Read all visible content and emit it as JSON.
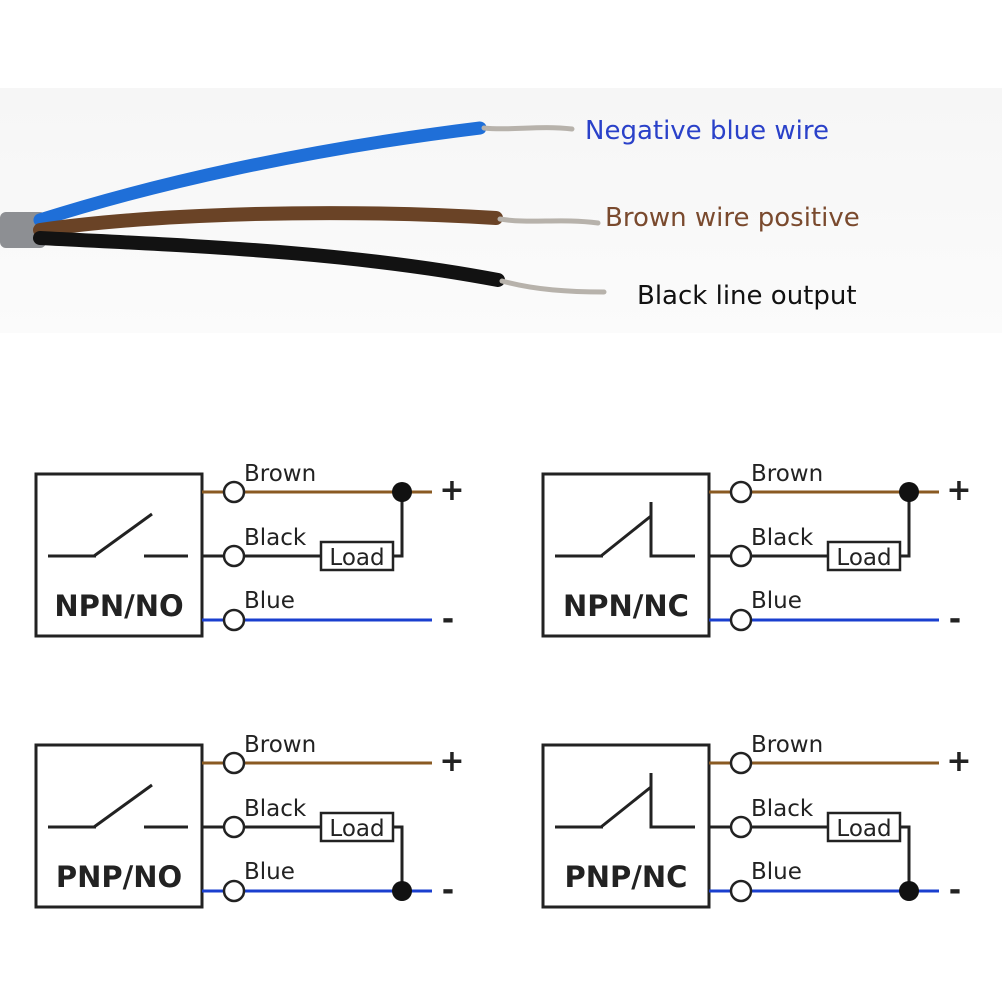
{
  "photo": {
    "labels": {
      "blue": "Negative blue wire",
      "brown": "Brown wire positive",
      "black": "Black line output"
    }
  },
  "colors": {
    "blue_wire": "#1a3fcf",
    "brown_wire": "#8a5a22",
    "black_wire": "#111111",
    "line": "#222222",
    "label_blue": "#2a41c9",
    "label_brown": "#7a4a2e"
  },
  "diagrams": [
    {
      "key": "npn_no",
      "title": "NPN/NO",
      "contact": "NO",
      "load_to": "plus",
      "wires": {
        "brown": "Brown",
        "black": "Black",
        "blue": "Blue"
      },
      "load": "Load",
      "plus": "+",
      "minus": "-"
    },
    {
      "key": "npn_nc",
      "title": "NPN/NC",
      "contact": "NC",
      "load_to": "plus",
      "wires": {
        "brown": "Brown",
        "black": "Black",
        "blue": "Blue"
      },
      "load": "Load",
      "plus": "+",
      "minus": "-"
    },
    {
      "key": "pnp_no",
      "title": "PNP/NO",
      "contact": "NO",
      "load_to": "minus",
      "wires": {
        "brown": "Brown",
        "black": "Black",
        "blue": "Blue"
      },
      "load": "Load",
      "plus": "+",
      "minus": "-"
    },
    {
      "key": "pnp_nc",
      "title": "PNP/NC",
      "contact": "NC",
      "load_to": "minus",
      "wires": {
        "brown": "Brown",
        "black": "Black",
        "blue": "Blue"
      },
      "load": "Load",
      "plus": "+",
      "minus": "-"
    }
  ]
}
